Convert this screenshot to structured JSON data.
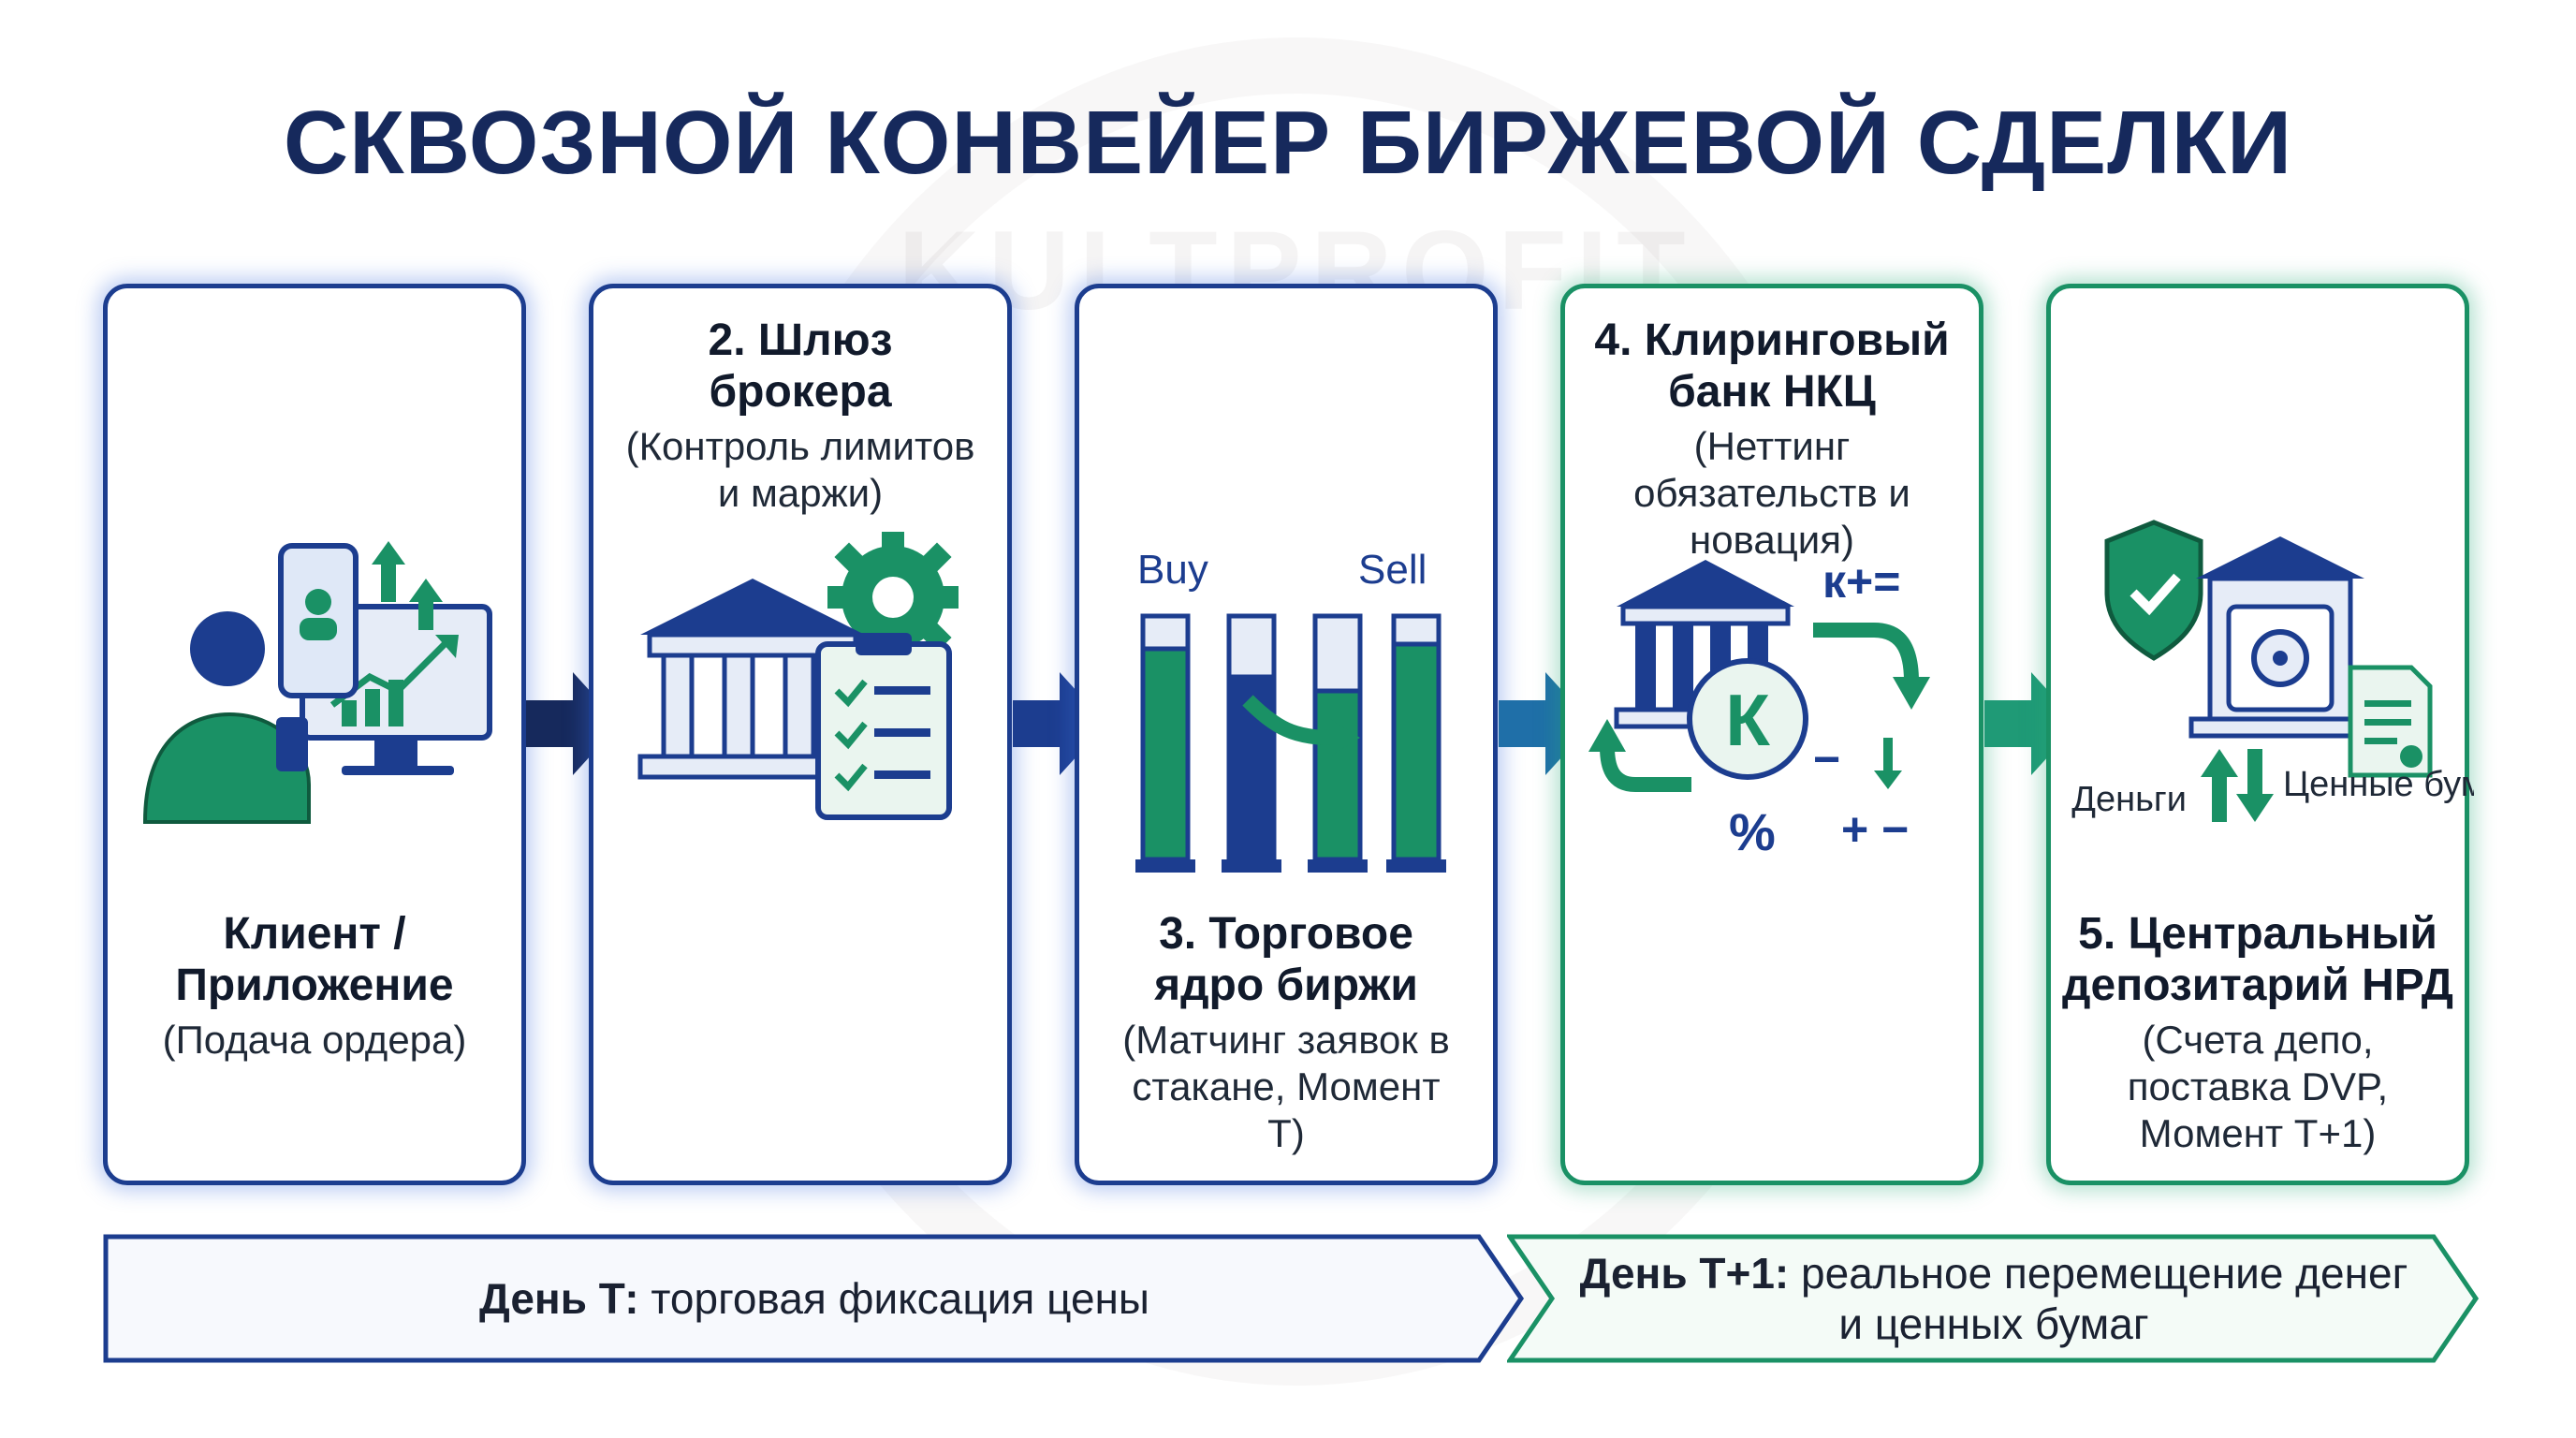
{
  "title": "СКВОЗНОЙ КОНВЕЙЕР БИРЖЕВОЙ СДЕЛКИ",
  "steps": [
    {
      "title": "Клиент / Приложение",
      "subtitle": "(Подача ордера)"
    },
    {
      "title": "2. Шлюз брокера",
      "subtitle": "(Контроль лимитов и маржи)"
    },
    {
      "title": "3. Торговое ядро биржи",
      "subtitle": "(Матчинг заявок в стакане, Момент Т)"
    },
    {
      "title": "4. Клиринговый банк НКЦ",
      "subtitle": "(Неттинг обязательств и новация)"
    },
    {
      "title": "5. Центральный депозитарий НРД",
      "subtitle": "(Счета депо, поставка DVP, Момент Т+1)"
    }
  ],
  "icons": {
    "step3": {
      "buy": "Buy",
      "sell": "Sell"
    },
    "step4": {
      "k_letter": "К",
      "formula": "к+=",
      "percent": "%",
      "plusminus": "+ −",
      "minus": "−"
    },
    "step5": {
      "money": "Деньги",
      "securities": "Ценные бумаги"
    }
  },
  "timeline": {
    "day_t_label": "День Т:",
    "day_t_text": "торговая фиксация цены",
    "day_t1_label": "День Т+1:",
    "day_t1_text": "реальное перемещение денег и ценных бумаг"
  },
  "colors": {
    "navy": "#16295c",
    "blue": "#1c3d8f",
    "green": "#1a9165",
    "teal_arrow": "#1f8f86"
  }
}
